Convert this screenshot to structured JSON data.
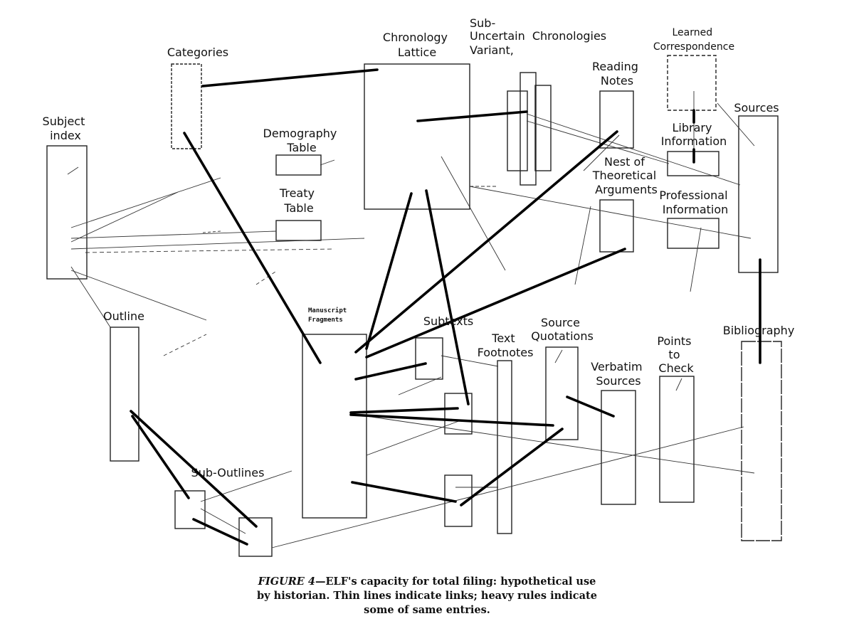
{
  "diagram": {
    "labels": {
      "subject_index": [
        "Subject",
        "index"
      ],
      "categories": [
        "Categories"
      ],
      "chronology_lattice": [
        "Chronology",
        "Lattice"
      ],
      "sub_uncertain": [
        "Sub-",
        "Uncertain",
        "Variant,"
      ],
      "chronologies": [
        "Chronologies"
      ],
      "reading_notes": [
        "Reading",
        "Notes"
      ],
      "learned_correspondence": [
        "Learned",
        "Correspondence"
      ],
      "sources": [
        "Sources"
      ],
      "demography_table": [
        "Demography",
        "Table"
      ],
      "treaty_table": [
        "Treaty",
        "Table"
      ],
      "library_information": [
        "Library",
        "Information"
      ],
      "nest_theoretical": [
        "Nest of",
        "Theoretical",
        "Arguments"
      ],
      "professional_information": [
        "Professional",
        "Information"
      ],
      "outline": [
        "Outline"
      ],
      "manuscript_fragments": [
        "Manuscript",
        "Fragments"
      ],
      "subtexts": [
        "Subtexts"
      ],
      "text_footnotes": [
        "Text",
        "Footnotes"
      ],
      "source_quotations": [
        "Source",
        "Quotations"
      ],
      "verbatim_sources": [
        "Verbatim",
        "Sources"
      ],
      "points_to_check": [
        "Points",
        "to",
        "Check"
      ],
      "bibliography": [
        "Bibliography"
      ],
      "sub_outlines": [
        "Sub-Outlines"
      ]
    }
  },
  "caption": {
    "figure_label": "FIGURE 4",
    "text": "—ELF's capacity for total filing: hypothetical use by historian. Thin lines indicate links; heavy rules indicate some of same entries."
  }
}
